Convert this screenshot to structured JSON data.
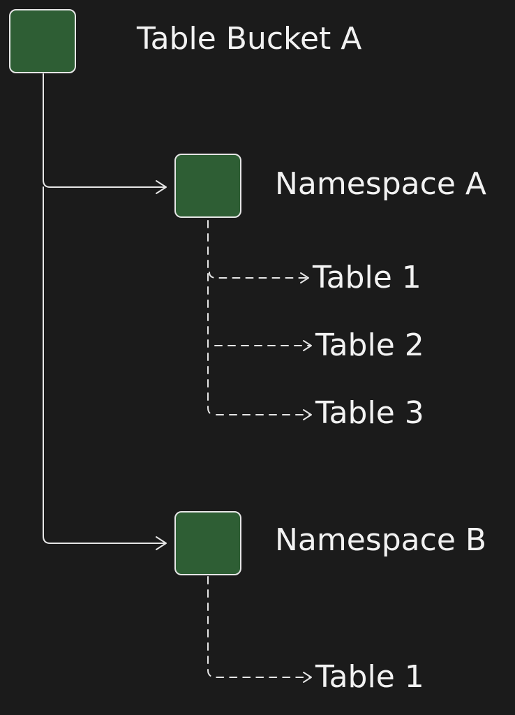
{
  "nodes": {
    "bucket": {
      "label": "Table Bucket A"
    },
    "namespace_a": {
      "label": "Namespace A",
      "tables": [
        {
          "label": "Table 1"
        },
        {
          "label": "Table 2"
        },
        {
          "label": "Table 3"
        }
      ]
    },
    "namespace_b": {
      "label": "Namespace B",
      "tables": [
        {
          "label": "Table 1"
        }
      ]
    }
  },
  "colors": {
    "background": "#1b1b1b",
    "node_fill": "#2e5e34",
    "node_border": "#e6e6e6",
    "line": "#e6e6e6",
    "text": "#f2f2f2"
  }
}
